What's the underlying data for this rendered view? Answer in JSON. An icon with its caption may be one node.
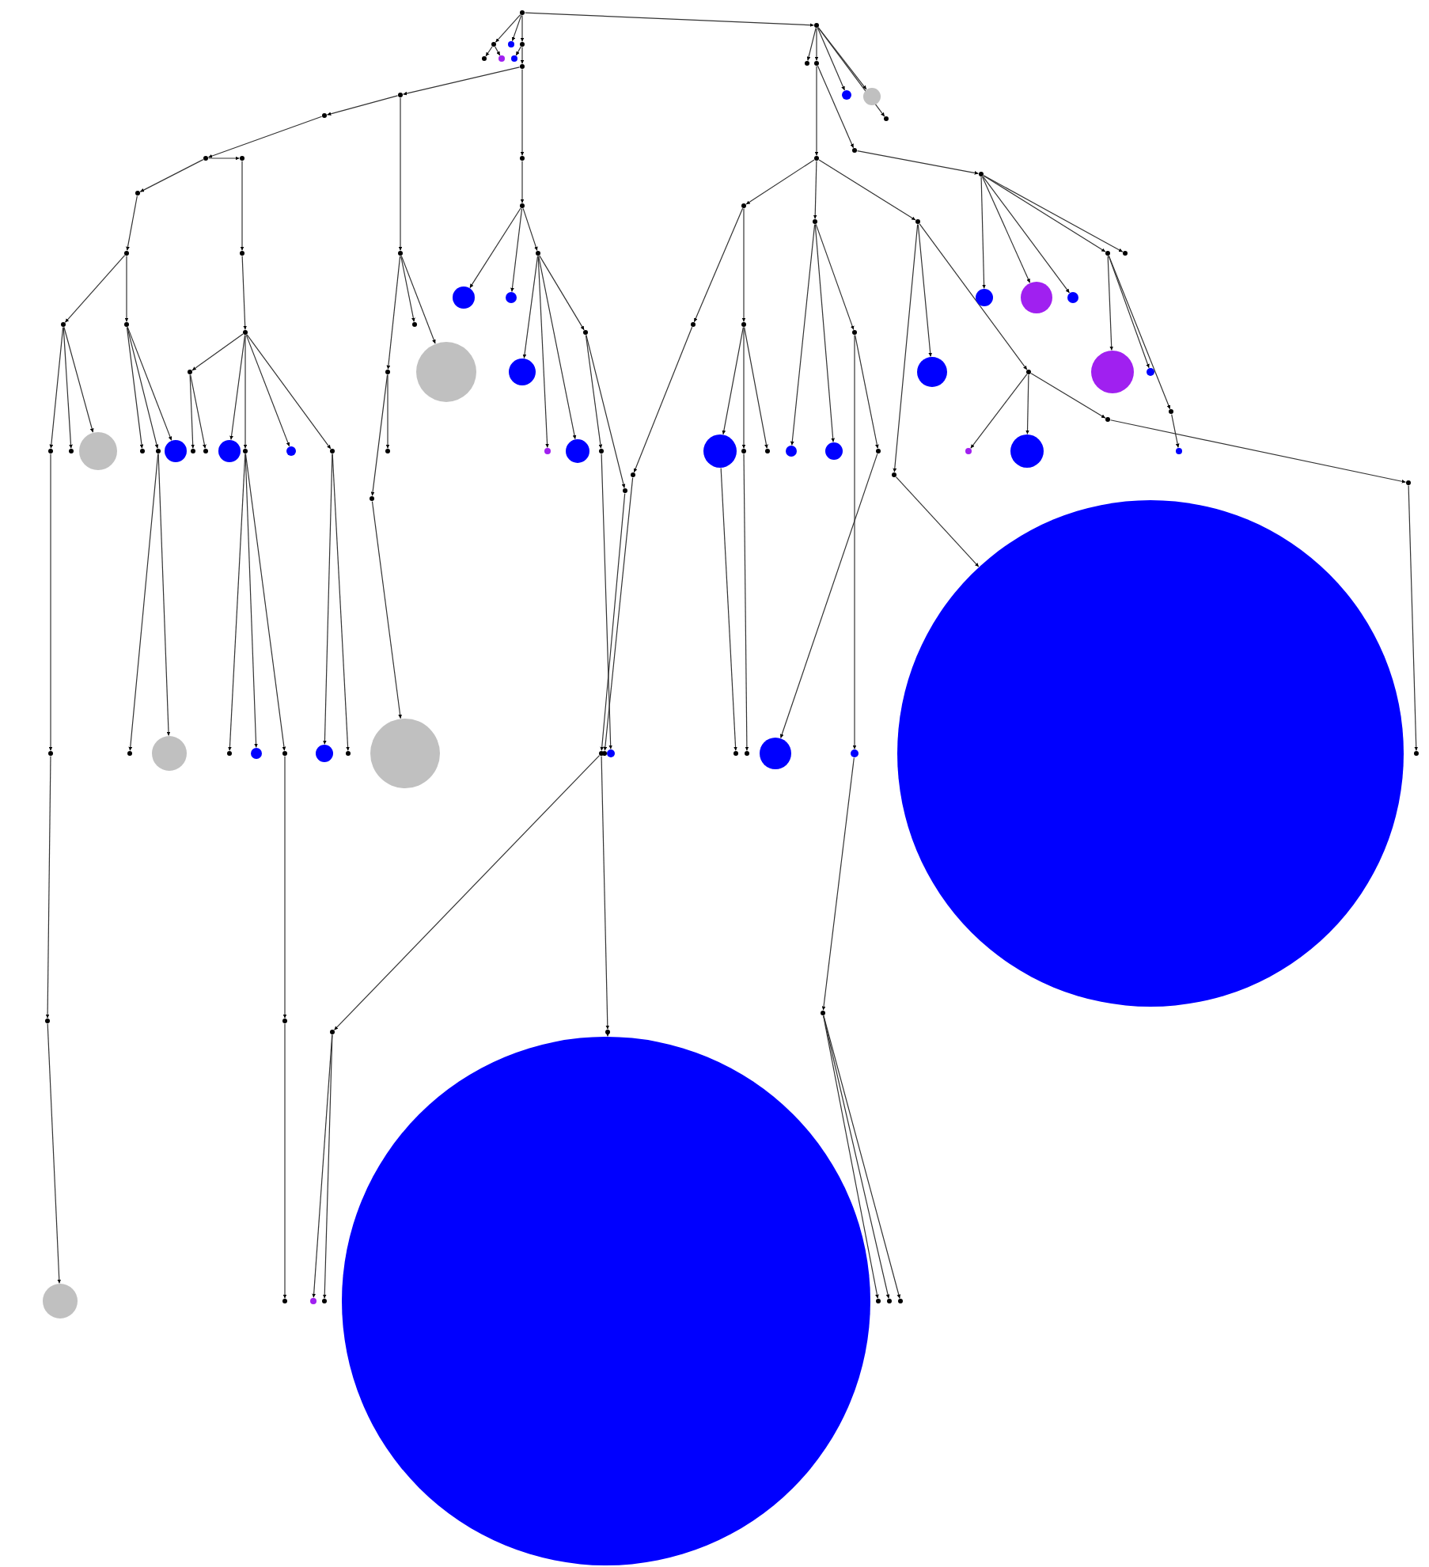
{
  "diagram": {
    "nodes": [
      {
        "text": [],
        "shape": "circle"
      },
      {
        "text": [],
        "shape": "circle"
      },
      {
        "text": [],
        "shape": "circle"
      },
      {
        "text": [],
        "shape": "circle"
      },
      {
        "text": [],
        "shape": "circle"
      },
      {
        "text": [],
        "shape": "circle"
      },
      {
        "text": [],
        "shape": "circle"
      },
      {
        "text": [],
        "shape": "circle"
      },
      {
        "text": [],
        "shape": "circle"
      },
      {
        "text": [],
        "shape": "circle"
      },
      {
        "text": [],
        "shape": "circle"
      },
      {
        "text": [],
        "shape": "circle"
      },
      {
        "text": [],
        "shape": "circle"
      },
      {
        "text": [],
        "shape": "circle"
      },
      {
        "text": [],
        "shape": "circle"
      },
      {
        "text": [],
        "shape": "circle"
      },
      {
        "text": [],
        "shape": "circle"
      },
      {
        "text": [],
        "shape": "circle"
      },
      {
        "text": [],
        "shape": "circle"
      },
      {
        "text": [],
        "shape": "circle"
      },
      {
        "text": [],
        "shape": "circle"
      },
      {
        "text": [],
        "shape": "circle"
      },
      {
        "text": [],
        "shape": "circle"
      },
      {
        "text": [],
        "shape": "circle"
      },
      {
        "text": [],
        "shape": "circle"
      },
      {
        "text": [],
        "shape": "circle"
      },
      {
        "text": [],
        "shape": "circle"
      },
      {
        "text": [],
        "shape": "circle"
      },
      {
        "text": [],
        "shape": "circle"
      },
      {
        "text": [],
        "shape": "circle"
      },
      {
        "text": [],
        "shape": "circle"
      },
      {
        "text": [],
        "shape": "circle"
      },
      {
        "text": [],
        "shape": "circle"
      },
      {
        "text": [],
        "shape": "circle"
      },
      {
        "text": [],
        "shape": "circle"
      },
      {
        "text": [],
        "shape": "circle"
      },
      {
        "text": [],
        "shape": "circle"
      },
      {
        "text": [],
        "shape": "circle"
      },
      {
        "text": [],
        "shape": "circle"
      },
      {
        "text": [],
        "shape": "circle"
      },
      {
        "text": [],
        "shape": "circle"
      },
      {
        "text": [],
        "shape": "circle"
      },
      {
        "text": [],
        "shape": "circle"
      },
      {
        "text": [],
        "shape": "circle"
      },
      {
        "text": [],
        "shape": "circle"
      },
      {
        "text": [],
        "shape": "circle"
      },
      {
        "text": [],
        "shape": "circle"
      },
      {
        "text": [],
        "shape": "circle"
      },
      {
        "text": [],
        "shape": "circle"
      },
      {
        "text": [],
        "shape": "circle"
      },
      {
        "text": [],
        "shape": "circle"
      },
      {
        "text": [],
        "shape": "circle"
      },
      {
        "text": [],
        "shape": "circle"
      },
      {
        "text": [],
        "shape": "circle"
      },
      {
        "text": [],
        "shape": "circle"
      },
      {
        "text": [],
        "shape": "circle"
      },
      {
        "text": [],
        "shape": "circle"
      },
      {
        "text": [],
        "shape": "circle"
      },
      {
        "text": [],
        "shape": "circle"
      },
      {
        "text": [],
        "shape": "circle"
      },
      {
        "text": [],
        "shape": "circle"
      },
      {
        "text": [],
        "shape": "circle"
      },
      {
        "text": [],
        "shape": "circle"
      },
      {
        "text": [],
        "shape": "circle"
      },
      {
        "text": [],
        "shape": "circle"
      },
      {
        "text": [],
        "shape": "circle"
      },
      {
        "text": [],
        "shape": "circle"
      },
      {
        "text": [],
        "shape": "circle"
      },
      {
        "text": [],
        "shape": "circle"
      },
      {
        "text": [],
        "shape": "circle"
      },
      {
        "text": [],
        "shape": "circle"
      },
      {
        "text": [],
        "shape": "circle"
      },
      {
        "text": [],
        "shape": "circle"
      },
      {
        "text": [],
        "shape": "circle"
      },
      {
        "text": [],
        "shape": "circle"
      },
      {
        "text": [],
        "shape": "circle"
      },
      {
        "text": [],
        "shape": "circle"
      },
      {
        "text": [],
        "shape": "circle"
      },
      {
        "text": [],
        "shape": "circle"
      },
      {
        "text": [],
        "shape": "circle"
      },
      {
        "text": [],
        "shape": "circle"
      },
      {
        "text": [],
        "shape": "circle"
      },
      {
        "text": [],
        "shape": "circle"
      },
      {
        "text": [],
        "shape": "circle"
      },
      {
        "text": [],
        "shape": "circle"
      },
      {
        "text": [],
        "shape": "circle"
      },
      {
        "text": [],
        "shape": "circle"
      },
      {
        "text": [],
        "shape": "circle"
      },
      {
        "text": [],
        "shape": "circle"
      },
      {
        "text": [],
        "shape": "circle"
      },
      {
        "text": [],
        "shape": "circle"
      },
      {
        "text": [],
        "shape": "circle"
      },
      {
        "text": [],
        "shape": "circle"
      },
      {
        "text": [],
        "shape": "circle"
      },
      {
        "text": [],
        "shape": "circle"
      },
      {
        "text": [],
        "shape": "circle"
      },
      {
        "text": [],
        "shape": "circle"
      },
      {
        "text": [],
        "shape": "circle"
      },
      {
        "text": [],
        "shape": "circle"
      },
      {
        "text": [],
        "shape": "circle"
      },
      {
        "text": [],
        "shape": "circle"
      },
      {
        "text": [],
        "shape": "circle"
      },
      {
        "text": [],
        "shape": "circle"
      },
      {
        "text": [],
        "shape": "circle"
      },
      {
        "text": [],
        "shape": "circle"
      },
      {
        "text": [],
        "shape": "circle"
      },
      {
        "text": [],
        "shape": "circle"
      },
      {
        "text": [],
        "shape": "circle"
      },
      {
        "text": [],
        "shape": "circle"
      },
      {
        "text": [],
        "shape": "circle"
      },
      {
        "text": [],
        "shape": "circle"
      },
      {
        "text": [],
        "shape": "circle"
      },
      {
        "text": [],
        "shape": "circle"
      },
      {
        "text": [],
        "shape": "circle"
      },
      {
        "text": [],
        "shape": "circle"
      },
      {
        "text": [],
        "shape": "circle"
      },
      {
        "text": [],
        "shape": "circle"
      }
    ],
    "edges": [
      {
        "from": 0,
        "to": 1,
        "arrow": "to"
      },
      {
        "from": 0,
        "to": 2,
        "arrow": "to"
      },
      {
        "from": 0,
        "to": 3,
        "arrow": "to"
      },
      {
        "from": 0,
        "to": 4,
        "arrow": "to"
      },
      {
        "from": 2,
        "to": 5,
        "arrow": "to"
      },
      {
        "from": 2,
        "to": 6,
        "arrow": "to"
      },
      {
        "from": 4,
        "to": 7,
        "arrow": "to"
      },
      {
        "from": 4,
        "to": 8,
        "arrow": "to"
      },
      {
        "from": 8,
        "to": 9,
        "arrow": "to"
      },
      {
        "from": 8,
        "to": 10,
        "arrow": "to"
      },
      {
        "from": 10,
        "to": 11,
        "arrow": "to"
      },
      {
        "from": 11,
        "to": 12,
        "arrow": "to"
      },
      {
        "from": 12,
        "to": 13,
        "arrow": "to"
      },
      {
        "from": 13,
        "to": 14,
        "arrow": "to"
      },
      {
        "from": 14,
        "to": 15,
        "arrow": "to"
      },
      {
        "from": 14,
        "to": 16,
        "arrow": "to"
      },
      {
        "from": 15,
        "to": 17,
        "arrow": "to"
      },
      {
        "from": 15,
        "to": 18,
        "arrow": "to"
      },
      {
        "from": 15,
        "to": 19,
        "arrow": "to"
      },
      {
        "from": 16,
        "to": 20,
        "arrow": "to"
      },
      {
        "from": 16,
        "to": 21,
        "arrow": "to"
      },
      {
        "from": 16,
        "to": 22,
        "arrow": "to"
      },
      {
        "from": 17,
        "to": 23,
        "arrow": "to"
      },
      {
        "from": 23,
        "to": 24,
        "arrow": "to"
      },
      {
        "from": 24,
        "to": 25,
        "arrow": "to"
      },
      {
        "from": 21,
        "to": 26,
        "arrow": "to"
      },
      {
        "from": 21,
        "to": 27,
        "arrow": "to"
      },
      {
        "from": 12,
        "to": 28,
        "arrow": "to"
      },
      {
        "from": 28,
        "to": 29,
        "arrow": "to"
      },
      {
        "from": 29,
        "to": 30,
        "arrow": "to"
      },
      {
        "from": 30,
        "to": 31,
        "arrow": "to"
      },
      {
        "from": 30,
        "to": 32,
        "arrow": "to"
      },
      {
        "from": 30,
        "to": 33,
        "arrow": "to"
      },
      {
        "from": 31,
        "to": 34,
        "arrow": "to"
      },
      {
        "from": 31,
        "to": 35,
        "arrow": "to"
      },
      {
        "from": 30,
        "to": 36,
        "arrow": "to"
      },
      {
        "from": 30,
        "to": 37,
        "arrow": "to"
      },
      {
        "from": 36,
        "to": 38,
        "arrow": "to"
      },
      {
        "from": 36,
        "to": 39,
        "arrow": "to"
      },
      {
        "from": 37,
        "to": 40,
        "arrow": "to"
      },
      {
        "from": 36,
        "to": 41,
        "arrow": "to"
      },
      {
        "from": 41,
        "to": 42,
        "arrow": "to"
      },
      {
        "from": 42,
        "to": 43,
        "arrow": "to"
      },
      {
        "from": 37,
        "to": 44,
        "arrow": "to"
      },
      {
        "from": 10,
        "to": 45,
        "arrow": "to"
      },
      {
        "from": 45,
        "to": 46,
        "arrow": "to"
      },
      {
        "from": 45,
        "to": 47,
        "arrow": "to"
      },
      {
        "from": 45,
        "to": 48,
        "arrow": "to"
      },
      {
        "from": 46,
        "to": 49,
        "arrow": "to"
      },
      {
        "from": 49,
        "to": 50,
        "arrow": "to"
      },
      {
        "from": 46,
        "to": 51,
        "arrow": "to"
      },
      {
        "from": 9,
        "to": 52,
        "arrow": "to"
      },
      {
        "from": 52,
        "to": 53,
        "arrow": "to"
      },
      {
        "from": 52,
        "to": 54,
        "arrow": "to"
      },
      {
        "from": 52,
        "to": 55,
        "arrow": "to"
      },
      {
        "from": 55,
        "to": 56,
        "arrow": "to"
      },
      {
        "from": 55,
        "to": 57,
        "arrow": "to"
      },
      {
        "from": 55,
        "to": 58,
        "arrow": "to"
      },
      {
        "from": 55,
        "to": 59,
        "arrow": "to"
      },
      {
        "from": 59,
        "to": 60,
        "arrow": "to"
      },
      {
        "from": 60,
        "to": 61,
        "arrow": "to"
      },
      {
        "from": 59,
        "to": 62,
        "arrow": "to"
      },
      {
        "from": 62,
        "to": 63,
        "arrow": "to"
      },
      {
        "from": 63,
        "to": 64,
        "arrow": "to"
      },
      {
        "from": 64,
        "to": 65,
        "arrow": "to"
      },
      {
        "from": 63,
        "to": 66,
        "arrow": "to"
      },
      {
        "from": 66,
        "to": 67,
        "arrow": "to"
      },
      {
        "from": 66,
        "to": 68,
        "arrow": "to"
      },
      {
        "from": 1,
        "to": 69,
        "arrow": "to"
      },
      {
        "from": 1,
        "to": 70,
        "arrow": "to"
      },
      {
        "from": 1,
        "to": 71,
        "arrow": "to"
      },
      {
        "from": 1,
        "to": 72,
        "arrow": "to"
      },
      {
        "from": 1,
        "to": 73,
        "arrow": "to"
      },
      {
        "from": 69,
        "to": 74,
        "arrow": "to"
      },
      {
        "from": 69,
        "to": 75,
        "arrow": "to"
      },
      {
        "from": 75,
        "to": 76,
        "arrow": "to"
      },
      {
        "from": 76,
        "to": 77,
        "arrow": "to"
      },
      {
        "from": 76,
        "to": 78,
        "arrow": "to"
      },
      {
        "from": 76,
        "to": 79,
        "arrow": "to"
      },
      {
        "from": 76,
        "to": 80,
        "arrow": "to"
      },
      {
        "from": 80,
        "to": 81,
        "arrow": "to"
      },
      {
        "from": 80,
        "to": 82,
        "arrow": "to"
      },
      {
        "from": 80,
        "to": 83,
        "arrow": "to"
      },
      {
        "from": 83,
        "to": 84,
        "arrow": "to"
      },
      {
        "from": 76,
        "to": 85,
        "arrow": "to"
      },
      {
        "from": 74,
        "to": 86,
        "arrow": "to"
      },
      {
        "from": 86,
        "to": 87,
        "arrow": "to"
      },
      {
        "from": 86,
        "to": 88,
        "arrow": "to"
      },
      {
        "from": 87,
        "to": 89,
        "arrow": "to"
      },
      {
        "from": 87,
        "to": 90,
        "arrow": "to"
      },
      {
        "from": 87,
        "to": 91,
        "arrow": "to"
      },
      {
        "from": 88,
        "to": 92,
        "arrow": "to"
      },
      {
        "from": 92,
        "to": 93,
        "arrow": "to"
      },
      {
        "from": 95,
        "to": 94,
        "arrow": "to"
      },
      {
        "from": 74,
        "to": 95,
        "arrow": "to"
      },
      {
        "from": 95,
        "to": 96,
        "arrow": "to"
      },
      {
        "from": 95,
        "to": 97,
        "arrow": "to"
      },
      {
        "from": 97,
        "to": 98,
        "arrow": "to"
      },
      {
        "from": 98,
        "to": 99,
        "arrow": "to"
      },
      {
        "from": 89,
        "to": 100,
        "arrow": "to"
      },
      {
        "from": 97,
        "to": 101,
        "arrow": "to"
      },
      {
        "from": 101,
        "to": 102,
        "arrow": "to"
      },
      {
        "from": 102,
        "to": 103,
        "arrow": "to"
      },
      {
        "from": 102,
        "to": 104,
        "arrow": "to"
      },
      {
        "from": 102,
        "to": 105,
        "arrow": "to"
      },
      {
        "from": 74,
        "to": 106,
        "arrow": "to"
      },
      {
        "from": 106,
        "to": 107,
        "arrow": "to"
      },
      {
        "from": 106,
        "to": 108,
        "arrow": "to"
      },
      {
        "from": 106,
        "to": 109,
        "arrow": "to"
      },
      {
        "from": 109,
        "to": 110,
        "arrow": "to"
      },
      {
        "from": 109,
        "to": 111,
        "arrow": "to"
      },
      {
        "from": 109,
        "to": 112,
        "arrow": "to"
      },
      {
        "from": 112,
        "to": 113,
        "arrow": "to"
      },
      {
        "from": 113,
        "to": 114,
        "arrow": "to"
      },
      {
        "from": 108,
        "to": 115,
        "arrow": "to"
      },
      {
        "from": 90,
        "to": 116,
        "arrow": "to"
      }
    ]
  }
}
